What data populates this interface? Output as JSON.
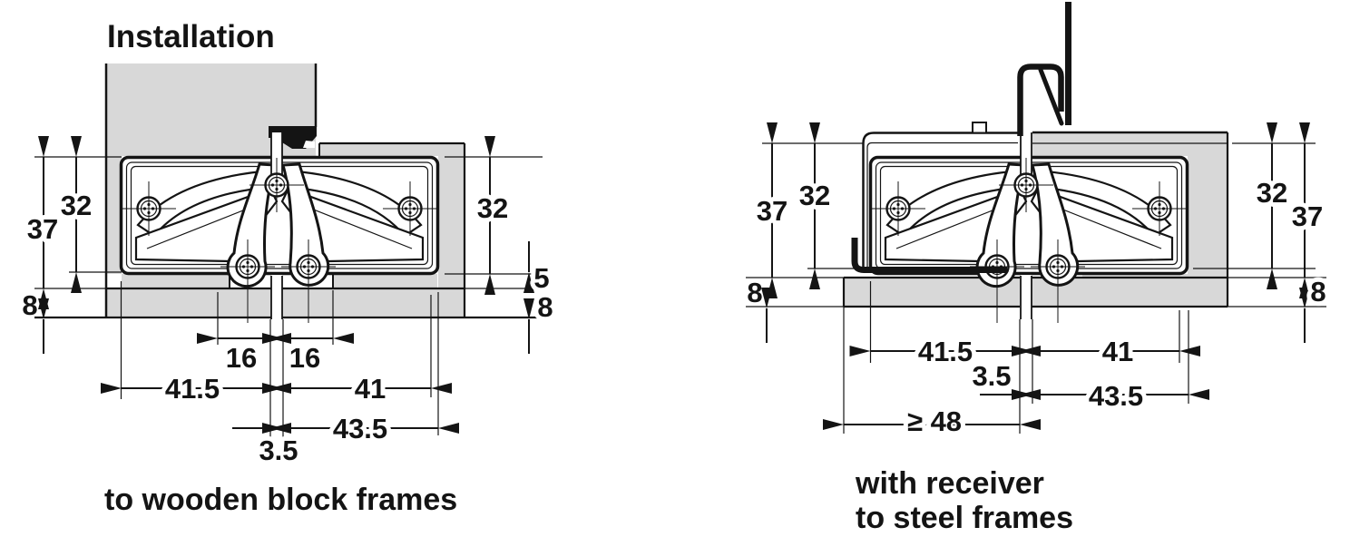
{
  "colors": {
    "ink": "#141414",
    "panel_gray": "#d8d8d8",
    "background": "#ffffff"
  },
  "left_diagram": {
    "title": "Installation",
    "caption": "to wooden block frames",
    "dims": {
      "frame_depth_outer": "37",
      "frame_depth_inner": "32",
      "frame_face_offset": "8",
      "door_depth_inner": "32",
      "axis_offset": "5",
      "door_face_offset": "8",
      "screw_offset_frame": "16",
      "screw_offset_door": "16",
      "frame_cup_length": "41.5",
      "door_cup_length": "41",
      "door_cup_total": "43.5",
      "gap": "3.5"
    }
  },
  "right_diagram": {
    "caption_line1": "with receiver",
    "caption_line2": "to steel frames",
    "dims": {
      "frame_depth_outer": "37",
      "frame_depth_inner": "32",
      "frame_face_offset": "8",
      "door_depth_inner": "32",
      "door_depth_outer": "37",
      "door_face_offset": "8",
      "frame_cup_length": "41.5",
      "door_cup_length": "41",
      "gap": "3.5",
      "door_cup_total": "43.5",
      "min_frame_depth": "≥ 48"
    }
  }
}
